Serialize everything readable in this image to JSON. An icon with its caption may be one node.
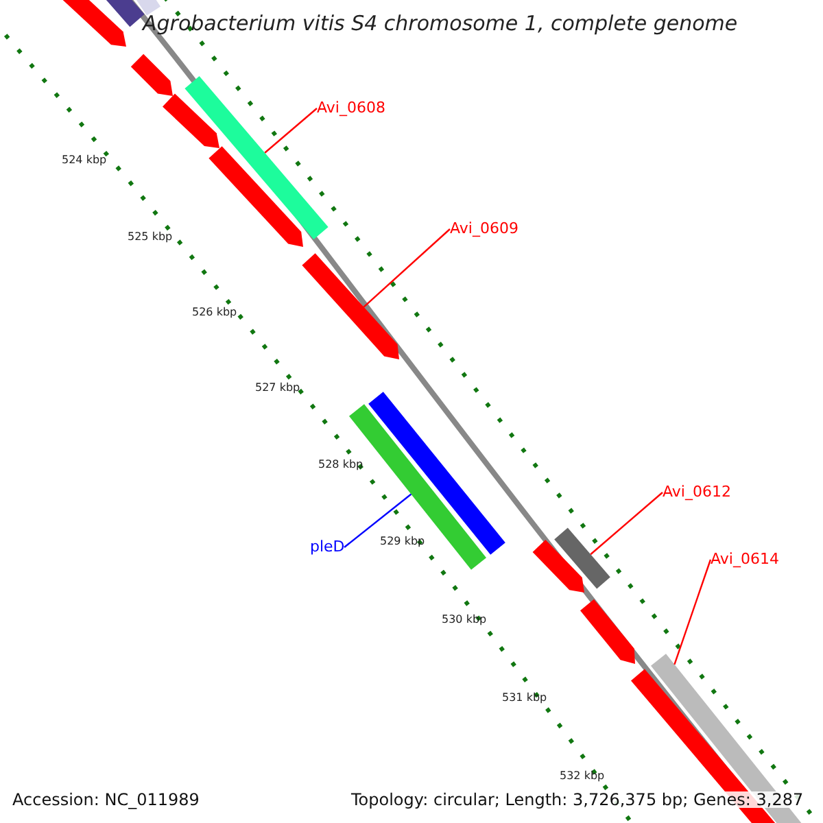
{
  "diagram": {
    "title": "Agrobacterium vitis S4 chromosome 1, complete genome",
    "nodes": [
      {
        "text": [
          "Avi_0608"
        ]
      },
      {
        "text": [],
        "shape": "bar"
      },
      {
        "text": [
          "Avi_0609"
        ]
      },
      {
        "text": [],
        "shape": "bar"
      },
      {
        "text": [
          "Avi_0612"
        ]
      },
      {
        "text": [],
        "shape": "bar"
      },
      {
        "text": [
          "Avi_0614"
        ]
      },
      {
        "text": [],
        "shape": "bar"
      },
      {
        "text": [
          "pleD"
        ]
      },
      {
        "text": [],
        "shape": "bar"
      }
    ],
    "edges": [
      {
        "from": 0,
        "to": 1,
        "arrow": "none"
      },
      {
        "from": 2,
        "to": 3,
        "arrow": "none"
      },
      {
        "from": 4,
        "to": 5,
        "arrow": "none"
      },
      {
        "from": 6,
        "to": 7,
        "arrow": "none"
      },
      {
        "from": 8,
        "to": 9,
        "arrow": "none",
        "color": "#0000ff"
      }
    ],
    "labels": [
      "524 kbp",
      "525 kbp",
      "526 kbp",
      "527 kbp",
      "528 kbp",
      "529 kbp",
      "530 kbp",
      "531 kbp",
      "532 kbp",
      "Accession: NC_011989",
      "Topology: circular; Length: 3,726,375 bp; Genes: 3,287"
    ]
  }
}
